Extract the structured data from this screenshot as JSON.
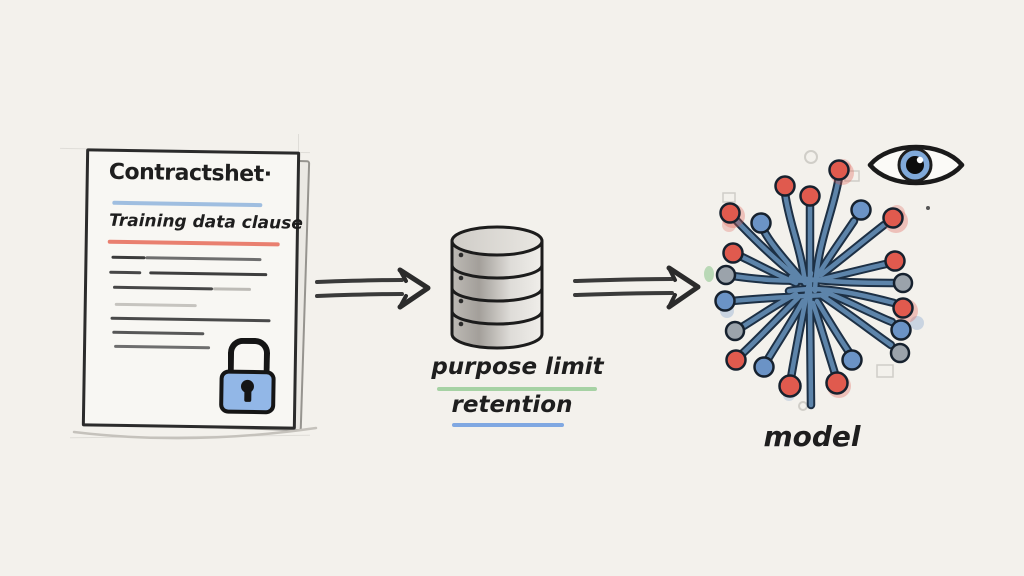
{
  "diagram": {
    "contract": {
      "title": "Contractshet·",
      "clause_heading": "Training data clause",
      "redacted_line_count": 7,
      "icon": "lock-icon"
    },
    "datastore": {
      "caption_line1": "purpose limit",
      "caption_line2": "retention",
      "icon": "database-icon"
    },
    "model": {
      "caption": "model",
      "icons": [
        "circuit-chip-icon",
        "eye-icon"
      ]
    },
    "arrows": [
      "arrow-right-icon",
      "arrow-right-icon"
    ]
  },
  "colors": {
    "background": "#f3f1ec",
    "ink": "#1e1e1e",
    "paper": "#f8f7f3",
    "underline_blue": "#8fb4dc",
    "underline_red": "#e97f6f",
    "underline_green": "#a6d2a4",
    "underline_retention_blue": "#80a8e2",
    "lock_fill": "#92b7e7",
    "trace_fill": "#5d84aa",
    "trace_outline": "#1d3045",
    "node_red": "#e05a4e",
    "node_blue": "#6b93c6",
    "node_gray": "#9ba3ab",
    "eye_iris": "#80a9d9"
  }
}
